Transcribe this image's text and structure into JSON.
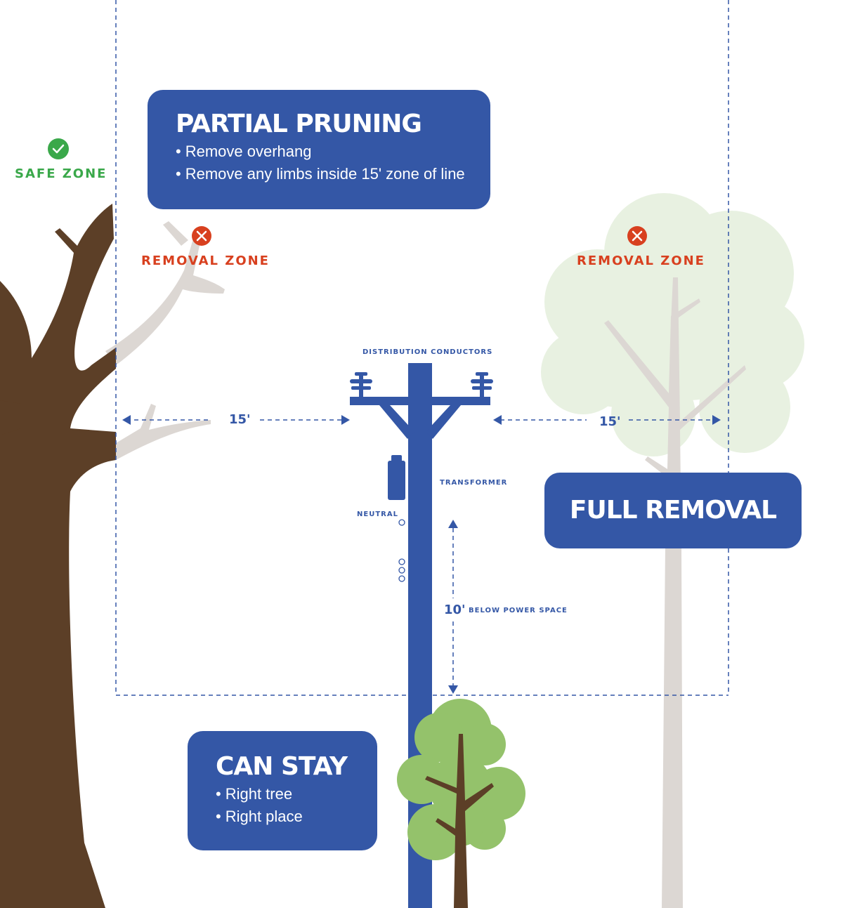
{
  "colors": {
    "brand_blue": "#3457a6",
    "safe_green": "#3aa84a",
    "removal_red": "#d8401f",
    "trunk_brown": "#5c3f27",
    "ghost_gray": "#dcd7d3",
    "light_canopy": "#e8f1e1",
    "small_tree_green": "#94c26b"
  },
  "safe_zone": {
    "label": "SAFE ZONE",
    "icon": "check-circle-icon"
  },
  "removal_zone_left": {
    "label": "REMOVAL ZONE",
    "icon": "x-circle-icon"
  },
  "removal_zone_right": {
    "label": "REMOVAL ZONE",
    "icon": "x-circle-icon"
  },
  "partial_pruning": {
    "title": "PARTIAL PRUNING",
    "bullets": [
      "Remove overhang",
      "Remove any limbs inside 15' zone of line"
    ]
  },
  "full_removal": {
    "title": "FULL REMOVAL"
  },
  "can_stay": {
    "title": "CAN STAY",
    "bullets": [
      "Right tree",
      "Right place"
    ]
  },
  "pole_labels": {
    "distribution_conductors": "DISTRIBUTION CONDUCTORS",
    "transformer": "TRANSFORMER",
    "neutral": "NEUTRAL"
  },
  "dimensions": {
    "left_clearance": "15'",
    "right_clearance": "15'",
    "vertical_clearance": "10'",
    "vertical_clearance_note": "BELOW POWER SPACE"
  }
}
